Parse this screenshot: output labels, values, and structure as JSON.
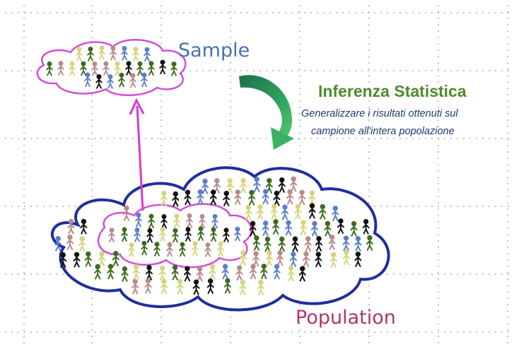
{
  "labels": {
    "sample": "Sample",
    "population": "Population"
  },
  "inference": {
    "title": "Inferenza Statistica",
    "description_line1": "Generalizzare i risultati ottenuti sul",
    "description_line2": "campione all'intera popolazione"
  },
  "colors": {
    "background": "#ffffff",
    "grid_dots": "#9a9a9a",
    "sample_outline": "#d14fd6",
    "population_outline": "#1f2f9c",
    "arrow_up": "#d63ad6",
    "arrow_curve": "#2e9a5a",
    "figure_palette": [
      "#3d6b1f",
      "#5b7fc9",
      "#b98a8a",
      "#d6d47a",
      "#111111"
    ]
  }
}
